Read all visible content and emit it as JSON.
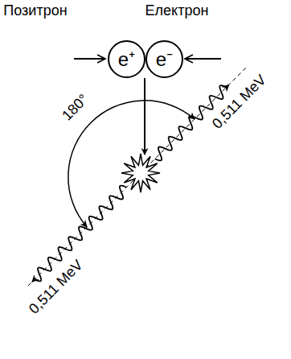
{
  "diagram": {
    "nodes": [
      {
        "text": [
          "e⁺"
        ]
      },
      {
        "text": [
          "e⁻"
        ]
      }
    ],
    "labels": [
      "Позитрон",
      "Електрон",
      "180°",
      "0,511 MeV",
      "0,511 MeV"
    ]
  }
}
